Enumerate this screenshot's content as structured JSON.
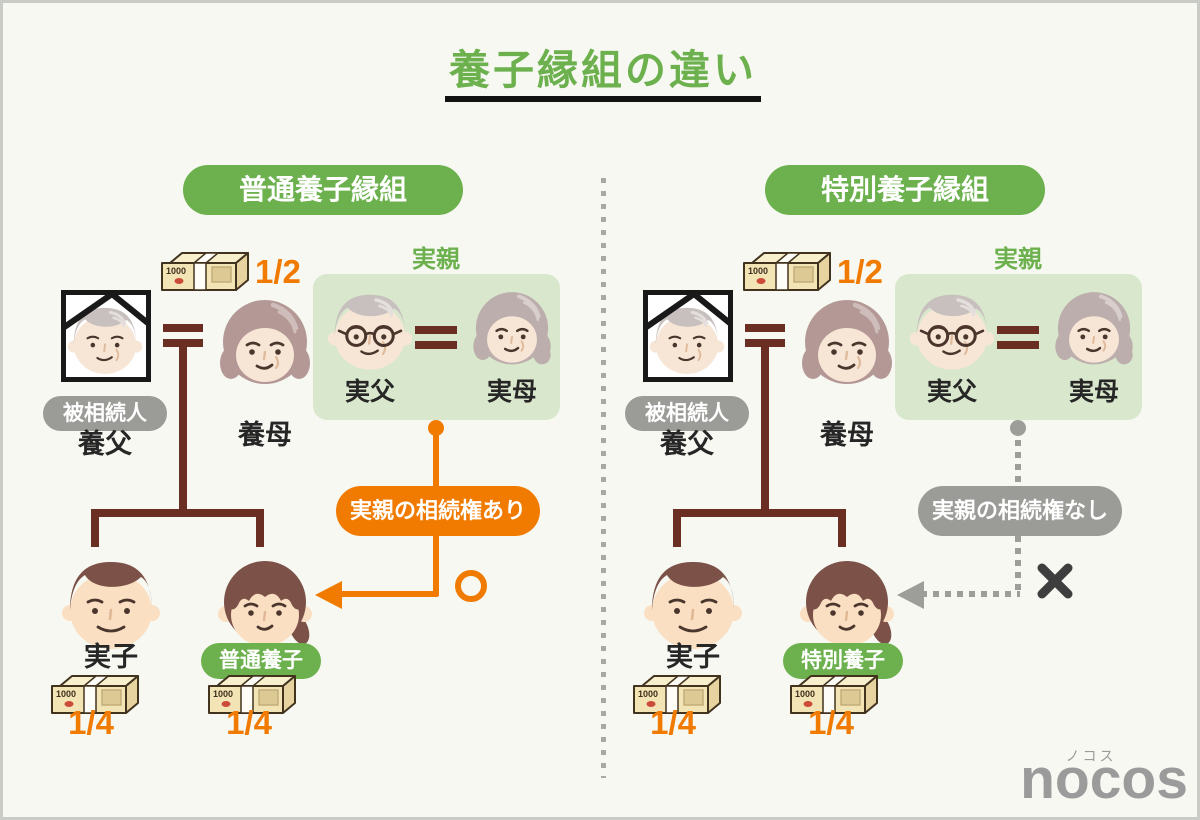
{
  "page": {
    "title": "養子縁組の違い",
    "money_label": "1000",
    "brand": {
      "name": "nocos",
      "reading": "ノコス"
    }
  },
  "colors": {
    "accent_green": "#6cb14e",
    "accent_orange": "#f07b00",
    "neutral_gray": "#9b9b97",
    "family_line_maroon": "#6b2e22",
    "birth_parents_box_bg": "#d9e8cc",
    "background": "#f6f8f1"
  },
  "panels": [
    {
      "header": "普通養子縁組",
      "decedent_badge": "被相続人",
      "adoptive_father_label": "養父",
      "adoptive_mother_label": "養母",
      "spouse_share": "1/2",
      "birth_parents": {
        "title": "実親",
        "father_label": "実父",
        "mother_label": "実母"
      },
      "children": [
        {
          "label": "実子",
          "share": "1/4"
        },
        {
          "label": "普通養子",
          "share": "1/4"
        }
      ],
      "note": {
        "text": "実親の相続権あり",
        "mark": "○"
      }
    },
    {
      "header": "特別養子縁組",
      "decedent_badge": "被相続人",
      "adoptive_father_label": "養父",
      "adoptive_mother_label": "養母",
      "spouse_share": "1/2",
      "birth_parents": {
        "title": "実親",
        "father_label": "実父",
        "mother_label": "実母"
      },
      "children": [
        {
          "label": "実子",
          "share": "1/4"
        },
        {
          "label": "特別養子",
          "share": "1/4"
        }
      ],
      "note": {
        "text": "実親の相続権なし",
        "mark": "✕"
      }
    }
  ]
}
